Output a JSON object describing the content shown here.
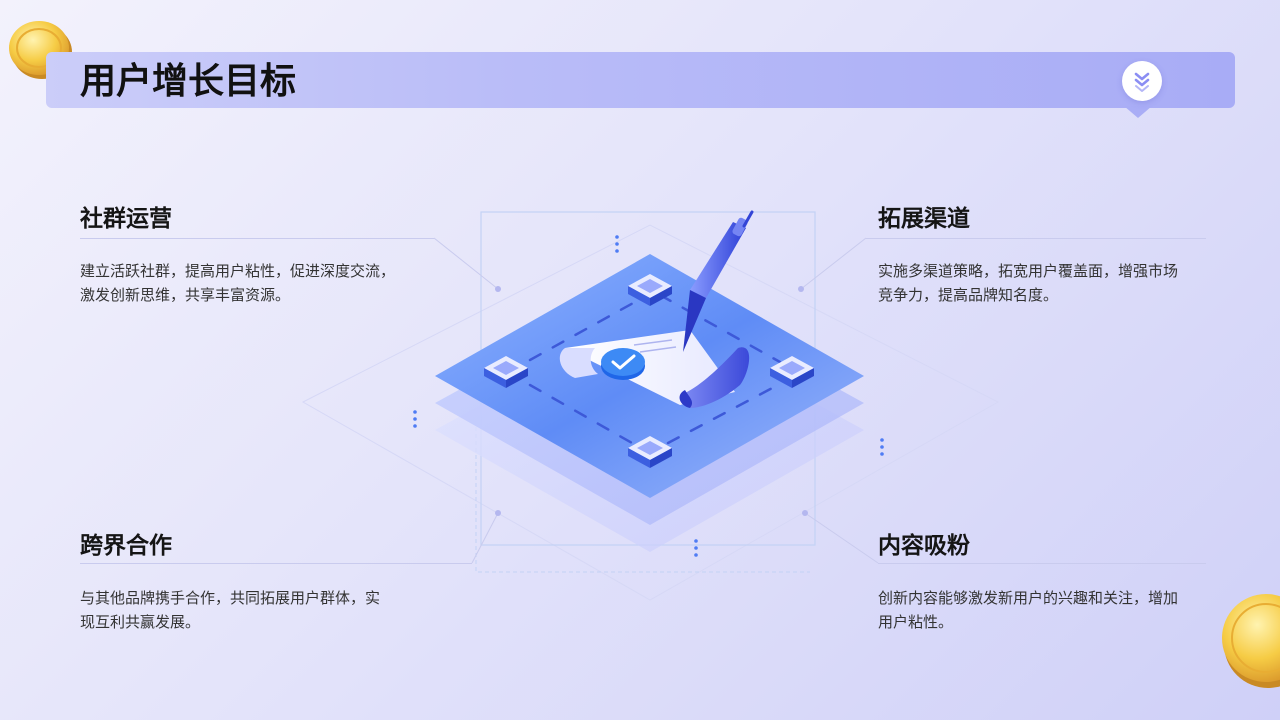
{
  "title": "用户增长目标",
  "sections": [
    {
      "title": "社群运营",
      "text_line1": "建立活跃社群，提高用户粘性，促进深度交流，",
      "text_line2": "激发创新思维，共享丰富资源。"
    },
    {
      "title": "拓展渠道",
      "text_line1": "实施多渠道策略，拓宽用户覆盖面，增强市场",
      "text_line2": "竞争力，提高品牌知名度。"
    },
    {
      "title": "跨界合作",
      "text_line1": "与其他品牌携手合作，共同拓展用户群体，实",
      "text_line2": "现互利共赢发展。"
    },
    {
      "title": "内容吸粉",
      "text_line1": "创新内容能够激发新用户的兴趣和关注，增加",
      "text_line2": "用户粘性。"
    }
  ],
  "icons": {
    "header_button": "chevron-double-down-icon",
    "coins": "gold-coin-icon",
    "illustration": "isometric-platform-document-pen-icon"
  },
  "colors": {
    "accent": "#6f72f0",
    "title_bar_start": "#cbcdf9",
    "title_bar_end": "#a8acf6",
    "platform_blue": "#4f7cf4",
    "coin_gold": "#f3c33c"
  }
}
